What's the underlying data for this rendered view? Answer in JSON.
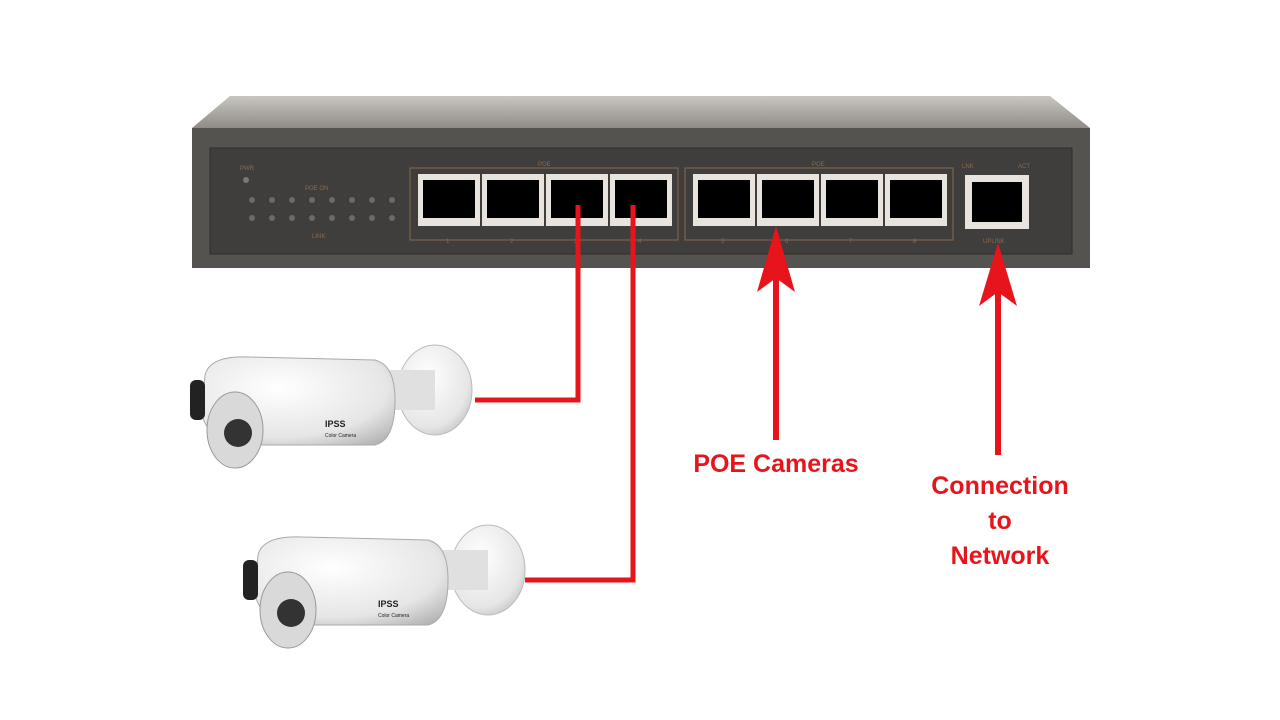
{
  "switch": {
    "pwr_label": "PWR",
    "poe_on_label": "POE ON",
    "link_label": "LINK",
    "group_label_1": "POE",
    "group_label_2": "POE",
    "lnk_label": "LNK",
    "act_label": "ACT",
    "uplink_label": "UPLINK",
    "port_numbers": [
      "1",
      "2",
      "3",
      "4",
      "5",
      "6",
      "7",
      "8"
    ]
  },
  "cameras": {
    "brand_text": "IPSS",
    "model_text": "Color Camera"
  },
  "annotations": {
    "poe_cameras": "POE Cameras",
    "network_line1": "Connection",
    "network_line2": "to",
    "network_line3": "Network"
  },
  "colors": {
    "accent": "#e8141b",
    "switch_body": "#4a4a4a"
  }
}
